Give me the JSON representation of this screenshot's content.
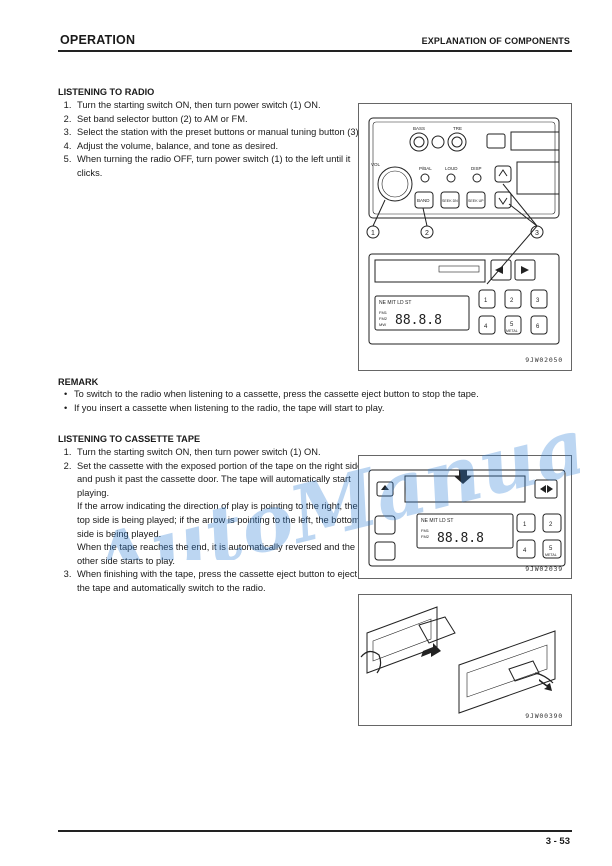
{
  "header": {
    "section": "OPERATION",
    "chapter": "EXPLANATION OF COMPONENTS"
  },
  "radio": {
    "heading": "LISTENING TO RADIO",
    "steps": [
      "Turn the starting switch ON, then turn power switch (1) ON.",
      "Set band selector button (2) to AM or FM.",
      "Select the station with the preset buttons or manual tuning button (3).",
      "Adjust the volume, balance, and tone as desired.",
      "When turning the radio OFF, turn power switch (1) to the left until it clicks."
    ]
  },
  "remark": {
    "heading": "REMARK",
    "items": [
      "To switch to the radio when listening to a cassette, press the cassette eject button to stop the tape.",
      "If you insert a cassette when listening to the radio, the tape will start to play."
    ]
  },
  "cassette": {
    "heading": "LISTENING TO CASSETTE TAPE",
    "step1": "Turn the starting switch ON, then turn power switch (1) ON.",
    "step2a": "Set the cassette with the exposed portion of the tape on the right side and push it past the cassette door. The tape will automatically start playing.",
    "step2b": "If the arrow indicating the direction of play is pointing to the right, the top side is being played; if the arrow is pointing to the left, the bottom side is being played.",
    "step2c": "When the tape reaches the end, it is automatically reversed and the other side starts to play.",
    "step3": "When finishing with the tape, press the cassette eject button to eject the tape and automatically switch to the radio."
  },
  "figures": {
    "fig1_code": "9JW02050",
    "fig2_code": "9JW02039",
    "fig3_code": "9JW00390",
    "callouts": [
      "1",
      "2",
      "3"
    ],
    "knob_labels": {
      "bass": "BASS",
      "tre": "TRE",
      "vol": "VOL",
      "pbal": "P/BAL",
      "loud": "LOUD",
      "disp": "DISP",
      "band": "BAND",
      "seek_dn": "SEEK DN",
      "seek_up": "SEEK UP"
    },
    "display_text": "NE MIT LD ST",
    "band_indicators": [
      "FM1",
      "FM2",
      "MW"
    ],
    "presets": [
      "1",
      "2",
      "3",
      "4",
      "5",
      "6"
    ],
    "preset5_sub": "METAL",
    "digits": "88.8.8"
  },
  "watermark": "AutoManual",
  "page_number": "3 - 53"
}
